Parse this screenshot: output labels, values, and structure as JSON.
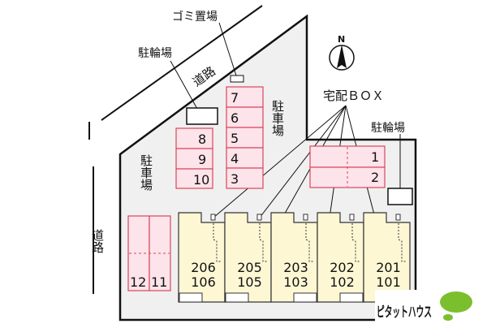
{
  "labels": {
    "garbage": "ゴミ置場",
    "bike_parking_left": "駐輪場",
    "road_top": "道路",
    "road_left": "道路",
    "parking_center": "駐車場",
    "parking_left": "駐車場",
    "delivery_box": "宅配ＢＯＸ",
    "bike_parking_right": "駐輪場",
    "north": "N"
  },
  "parking": [
    "1",
    "2",
    "3",
    "4",
    "5",
    "6",
    "7",
    "8",
    "9",
    "10",
    "11",
    "12"
  ],
  "units": [
    {
      "upper": "206",
      "lower": "106"
    },
    {
      "upper": "205",
      "lower": "105"
    },
    {
      "upper": "203",
      "lower": "103"
    },
    {
      "upper": "202",
      "lower": "102"
    },
    {
      "upper": "201",
      "lower": "101"
    }
  ],
  "logo": "ピタットハウス",
  "colors": {
    "parking_fill": "#fde3ea",
    "parking_stroke": "#d9465a",
    "unit_fill": "#fdf7d4",
    "site_fill": "#f0f0f0",
    "logo_green": "#7cbf2e"
  }
}
